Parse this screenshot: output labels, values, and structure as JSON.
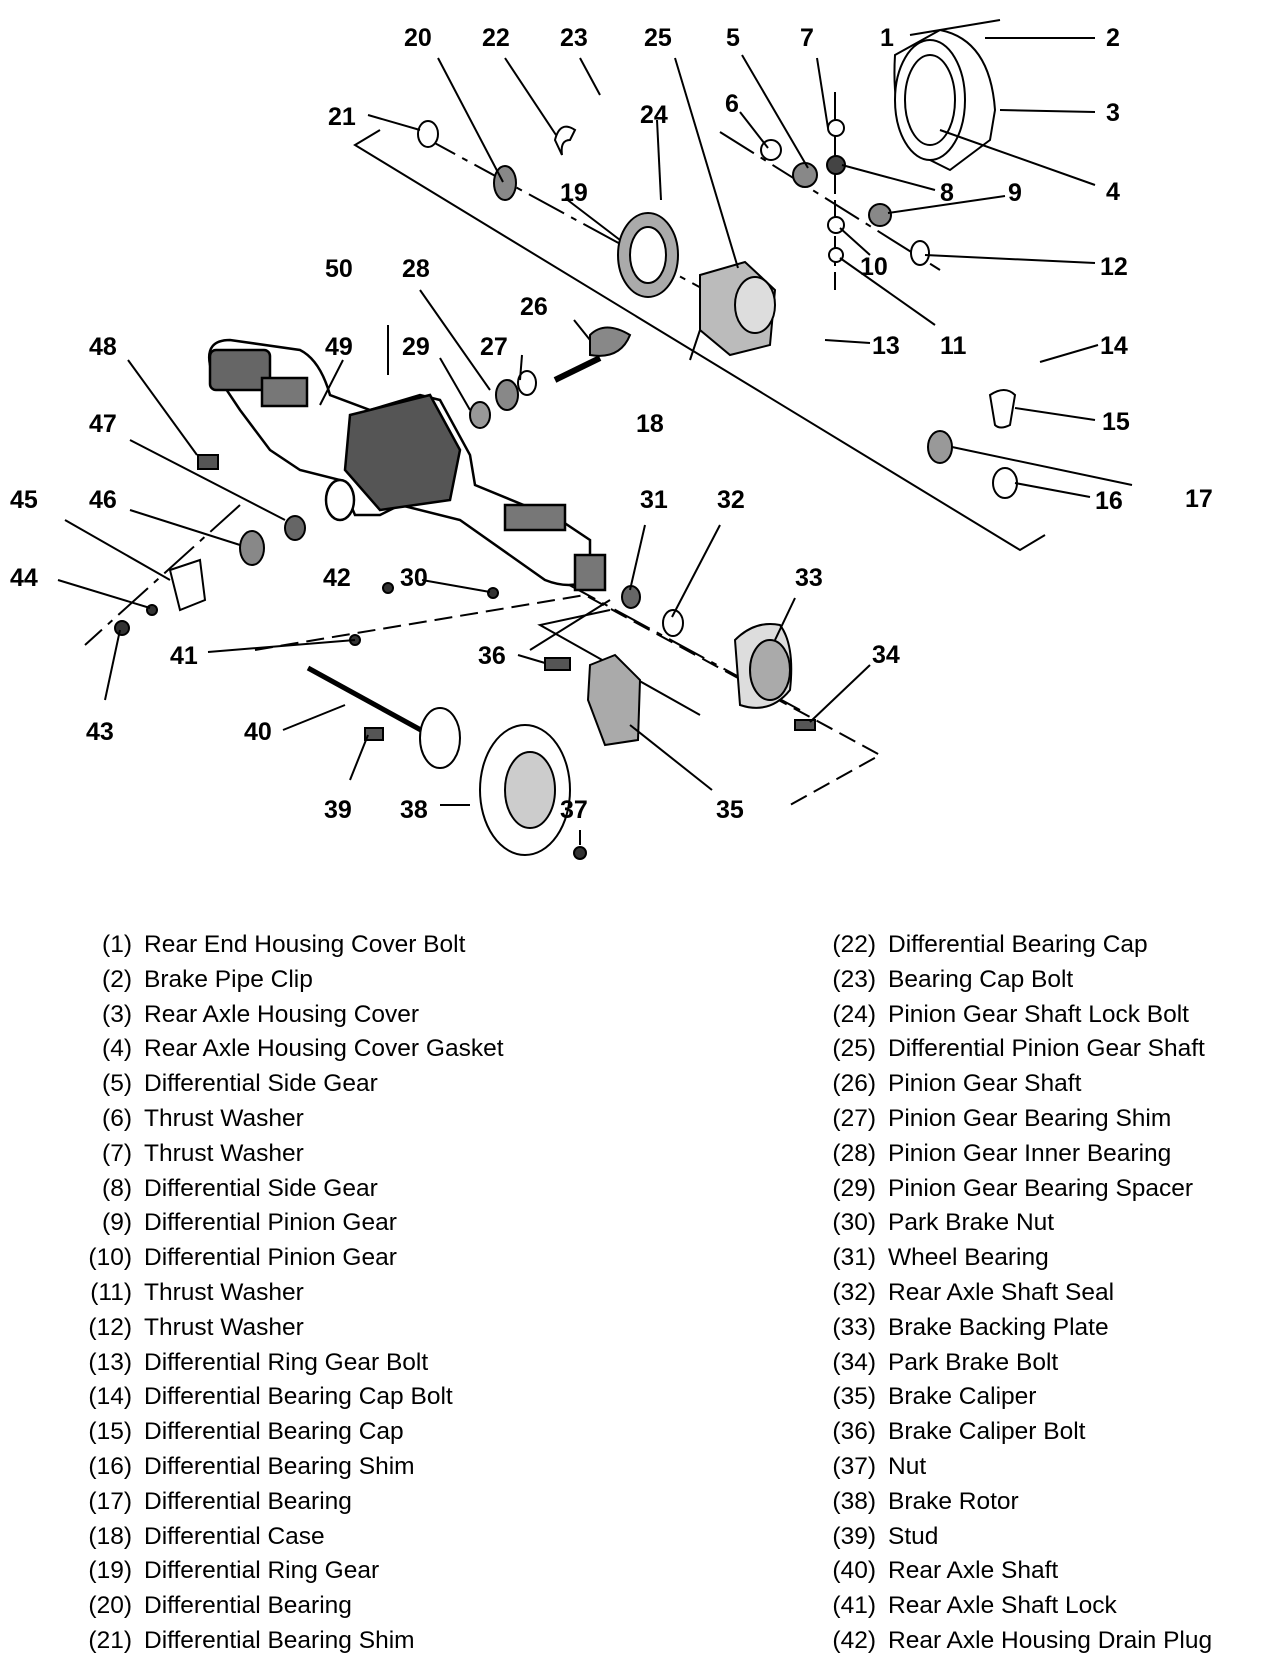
{
  "callouts": {
    "c1": "1",
    "c2": "2",
    "c3": "3",
    "c4": "4",
    "c5": "5",
    "c6": "6",
    "c7": "7",
    "c8": "8",
    "c9": "9",
    "c10": "10",
    "c11": "11",
    "c12": "12",
    "c13": "13",
    "c14": "14",
    "c15": "15",
    "c16": "16",
    "c17": "17",
    "c18": "18",
    "c19": "19",
    "c20": "20",
    "c21": "21",
    "c22": "22",
    "c23": "23",
    "c24": "24",
    "c25": "25",
    "c26": "26",
    "c27": "27",
    "c28": "28",
    "c29": "29",
    "c30": "30",
    "c31": "31",
    "c32": "32",
    "c33": "33",
    "c34": "34",
    "c35": "35",
    "c36": "36",
    "c37": "37",
    "c38": "38",
    "c39": "39",
    "c40": "40",
    "c41": "41",
    "c42": "42",
    "c43": "43",
    "c44": "44",
    "c45": "45",
    "c46": "46",
    "c47": "47",
    "c48": "48",
    "c49": "49",
    "c50": "50"
  },
  "legend": {
    "left": [
      {
        "num": "(1)",
        "label": "Rear End Housing Cover Bolt"
      },
      {
        "num": "(2)",
        "label": "Brake Pipe Clip"
      },
      {
        "num": "(3)",
        "label": "Rear Axle Housing Cover"
      },
      {
        "num": "(4)",
        "label": "Rear Axle Housing Cover Gasket"
      },
      {
        "num": "(5)",
        "label": "Differential Side Gear"
      },
      {
        "num": "(6)",
        "label": "Thrust Washer"
      },
      {
        "num": "(7)",
        "label": "Thrust Washer"
      },
      {
        "num": "(8)",
        "label": "Differential Side Gear"
      },
      {
        "num": "(9)",
        "label": "Differential Pinion Gear"
      },
      {
        "num": "(10)",
        "label": "Differential Pinion Gear"
      },
      {
        "num": "(11)",
        "label": "Thrust Washer"
      },
      {
        "num": "(12)",
        "label": "Thrust Washer"
      },
      {
        "num": "(13)",
        "label": "Differential Ring Gear Bolt"
      },
      {
        "num": "(14)",
        "label": "Differential Bearing Cap Bolt"
      },
      {
        "num": "(15)",
        "label": "Differential Bearing Cap"
      },
      {
        "num": "(16)",
        "label": "Differential Bearing Shim"
      },
      {
        "num": "(17)",
        "label": "Differential Bearing"
      },
      {
        "num": "(18)",
        "label": "Differential Case"
      },
      {
        "num": "(19)",
        "label": "Differential Ring Gear"
      },
      {
        "num": "(20)",
        "label": "Differential Bearing"
      },
      {
        "num": "(21)",
        "label": "Differential Bearing Shim"
      }
    ],
    "right": [
      {
        "num": "(22)",
        "label": "Differential Bearing Cap"
      },
      {
        "num": "(23)",
        "label": "Bearing Cap Bolt"
      },
      {
        "num": "(24)",
        "label": "Pinion Gear Shaft Lock Bolt"
      },
      {
        "num": "(25)",
        "label": "Differential Pinion Gear Shaft"
      },
      {
        "num": "(26)",
        "label": "Pinion Gear Shaft"
      },
      {
        "num": "(27)",
        "label": "Pinion Gear Bearing Shim"
      },
      {
        "num": "(28)",
        "label": "Pinion Gear Inner Bearing"
      },
      {
        "num": "(29)",
        "label": "Pinion Gear Bearing Spacer"
      },
      {
        "num": "(30)",
        "label": "Park Brake Nut"
      },
      {
        "num": "(31)",
        "label": "Wheel Bearing"
      },
      {
        "num": "(32)",
        "label": "Rear Axle Shaft Seal"
      },
      {
        "num": "(33)",
        "label": "Brake Backing Plate"
      },
      {
        "num": "(34)",
        "label": "Park Brake Bolt"
      },
      {
        "num": "(35)",
        "label": "Brake Caliper"
      },
      {
        "num": "(36)",
        "label": "Brake Caliper Bolt"
      },
      {
        "num": "(37)",
        "label": "Nut"
      },
      {
        "num": "(38)",
        "label": "Brake Rotor"
      },
      {
        "num": "(39)",
        "label": "Stud"
      },
      {
        "num": "(40)",
        "label": "Rear Axle Shaft"
      },
      {
        "num": "(41)",
        "label": "Rear Axle Shaft Lock"
      },
      {
        "num": "(42)",
        "label": "Rear Axle Housing Drain Plug"
      }
    ]
  }
}
